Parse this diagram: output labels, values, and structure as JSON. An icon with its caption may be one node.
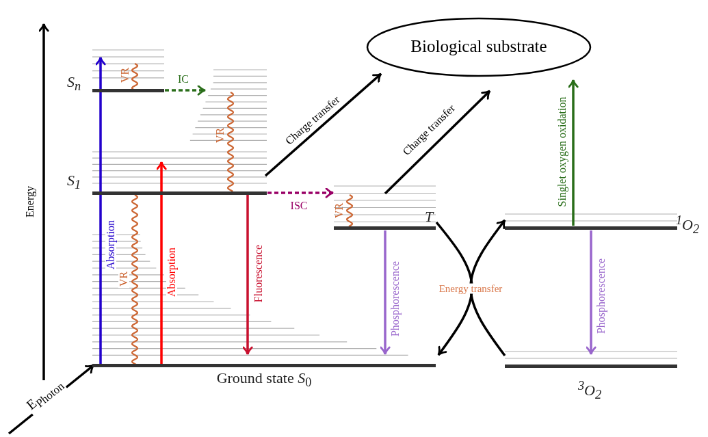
{
  "diagram": {
    "nodes": [
      {
        "text": [
          "S$_{n}$"
        ]
      },
      {
        "text": [
          "S$_{1}$"
        ]
      },
      {
        "text": [
          "Ground state *S*$_{0}$"
        ]
      },
      {
        "text": [
          "T"
        ]
      },
      {
        "text": [
          "$^{1}$O$_{2}$"
        ]
      },
      {
        "text": [
          "$^{3}$O$_{2}$"
        ]
      },
      {
        "text": [
          "Biological substrate"
        ]
      }
    ],
    "edges": [
      {
        "from": 2,
        "to": 0,
        "arrow": "to",
        "label": "Absorption",
        "color": "#2200cc"
      },
      {
        "from": 2,
        "to": 1,
        "arrow": "to",
        "label": "Absorption",
        "color": "#ff0000"
      },
      {
        "from": 1,
        "to": 2,
        "arrow": "none",
        "label": "VR",
        "color": "#cc6633"
      },
      {
        "from": 0,
        "to": null,
        "arrow": "to",
        "label": "IC",
        "style": "dashed",
        "color": "#2a6e1a"
      },
      {
        "from": 1,
        "to": 2,
        "arrow": "to",
        "label": "Fluorescence",
        "color": "#c8102e"
      },
      {
        "from": 1,
        "to": 3,
        "arrow": "to",
        "label": "ISC",
        "style": "dashed",
        "color": "#990066"
      },
      {
        "from": 1,
        "to": 6,
        "arrow": "to",
        "label": "Charge transfer"
      },
      {
        "from": 3,
        "to": 6,
        "arrow": "to",
        "label": "Charge transfer"
      },
      {
        "from": 3,
        "to": 2,
        "arrow": "to"
      },
      {
        "from": 5,
        "to": 4,
        "arrow": "to"
      },
      {
        "from": 3,
        "to": 2,
        "arrow": "to",
        "label": "Phosphorescence",
        "color": "#9966cc"
      },
      {
        "from": 4,
        "to": 6,
        "arrow": "to",
        "label": "Singlet oxygen oxidation",
        "color": "#2a6e1a"
      },
      {
        "from": 4,
        "to": 5,
        "arrow": "to",
        "label": "Phosphorescence",
        "color": "#9966cc"
      },
      {
        "from": null,
        "to": 2,
        "arrow": "to",
        "label": "E$_{Photon}$"
      }
    ],
    "labels": [
      "VR",
      "VR",
      "Energy",
      "VR",
      "Energy transfer"
    ]
  }
}
